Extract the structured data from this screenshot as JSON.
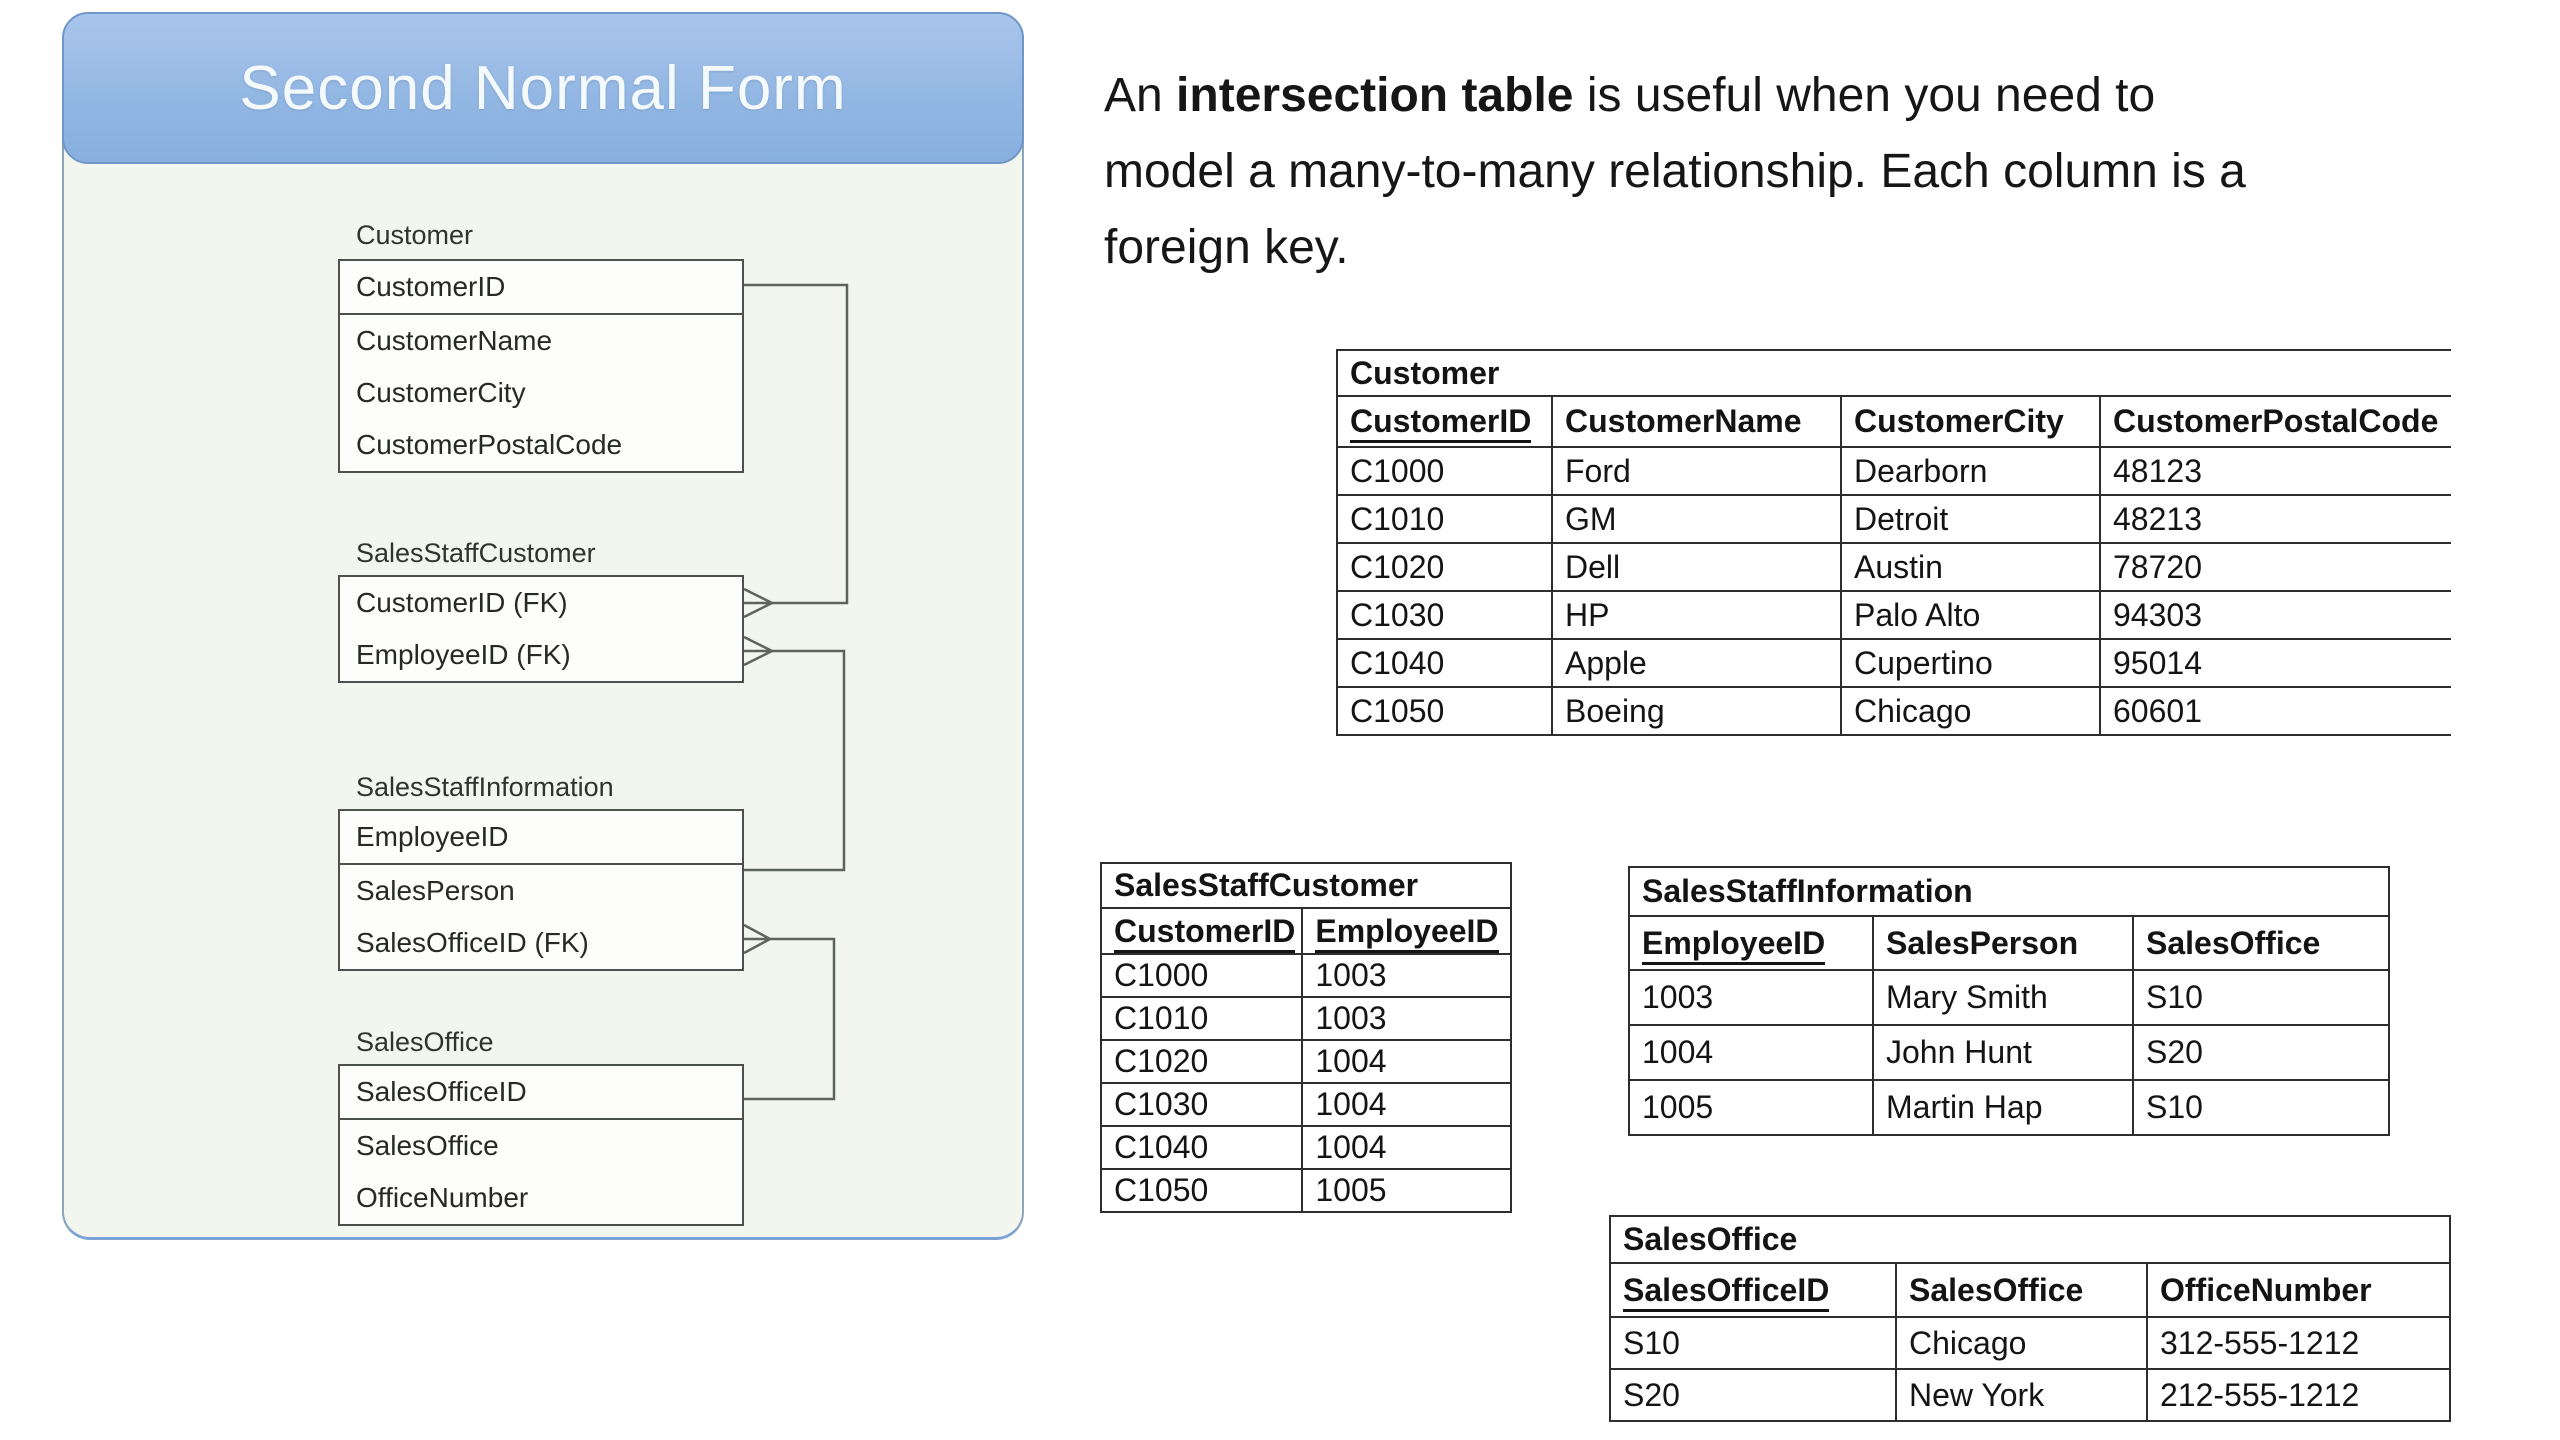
{
  "slide": {
    "title": "Second Normal Form"
  },
  "colors": {
    "header_blue": "#93b7e3",
    "panel_background": "#f2f6ef",
    "panel_border": "#8ba5bd",
    "entity_border": "#4c514c",
    "table_border": "#2e2e2e"
  },
  "note": {
    "line1_pre": "An ",
    "line1_bold": "intersection table",
    "line1_post": " is useful when you need to",
    "line2": "model a many-to-many relationship. Each column is a",
    "line3": "foreign key."
  },
  "er": {
    "entities": [
      {
        "name": "Customer",
        "pk": [
          "CustomerID"
        ],
        "attrs": [
          "CustomerName",
          "CustomerCity",
          "CustomerPostalCode"
        ]
      },
      {
        "name": "SalesStaffCustomer",
        "pk": [
          "CustomerID (FK)",
          "EmployeeID (FK)"
        ],
        "attrs": []
      },
      {
        "name": "SalesStaffInformation",
        "pk": [
          "EmployeeID"
        ],
        "attrs": [
          "SalesPerson",
          "SalesOfficeID (FK)"
        ]
      },
      {
        "name": "SalesOffice",
        "pk": [
          "SalesOfficeID"
        ],
        "attrs": [
          "SalesOffice",
          "OfficeNumber"
        ]
      }
    ]
  },
  "tables": {
    "customer": {
      "title": "Customer",
      "headers": [
        "CustomerID",
        "CustomerName",
        "CustomerCity",
        "CustomerPostalCode"
      ],
      "rows": [
        [
          "C1000",
          "Ford",
          "Dearborn",
          "48123"
        ],
        [
          "C1010",
          "GM",
          "Detroit",
          "48213"
        ],
        [
          "C1020",
          "Dell",
          "Austin",
          "78720"
        ],
        [
          "C1030",
          "HP",
          "Palo Alto",
          "94303"
        ],
        [
          "C1040",
          "Apple",
          "Cupertino",
          "95014"
        ],
        [
          "C1050",
          "Boeing",
          "Chicago",
          "60601"
        ]
      ]
    },
    "salesStaffCustomer": {
      "title": "SalesStaffCustomer",
      "headers": [
        "CustomerID",
        "EmployeeID"
      ],
      "rows": [
        [
          "C1000",
          "1003"
        ],
        [
          "C1010",
          "1003"
        ],
        [
          "C1020",
          "1004"
        ],
        [
          "C1030",
          "1004"
        ],
        [
          "C1040",
          "1004"
        ],
        [
          "C1050",
          "1005"
        ]
      ]
    },
    "salesStaffInformation": {
      "title": "SalesStaffInformation",
      "headers": [
        "EmployeeID",
        "SalesPerson",
        "SalesOffice"
      ],
      "rows": [
        [
          "1003",
          "Mary Smith",
          "S10"
        ],
        [
          "1004",
          "John Hunt",
          "S20"
        ],
        [
          "1005",
          "Martin Hap",
          "S10"
        ]
      ]
    },
    "salesOffice": {
      "title": "SalesOffice",
      "headers": [
        "SalesOfficeID",
        "SalesOffice",
        "OfficeNumber"
      ],
      "rows": [
        [
          "S10",
          "Chicago",
          "312-555-1212"
        ],
        [
          "S20",
          "New York",
          "212-555-1212"
        ]
      ]
    }
  }
}
